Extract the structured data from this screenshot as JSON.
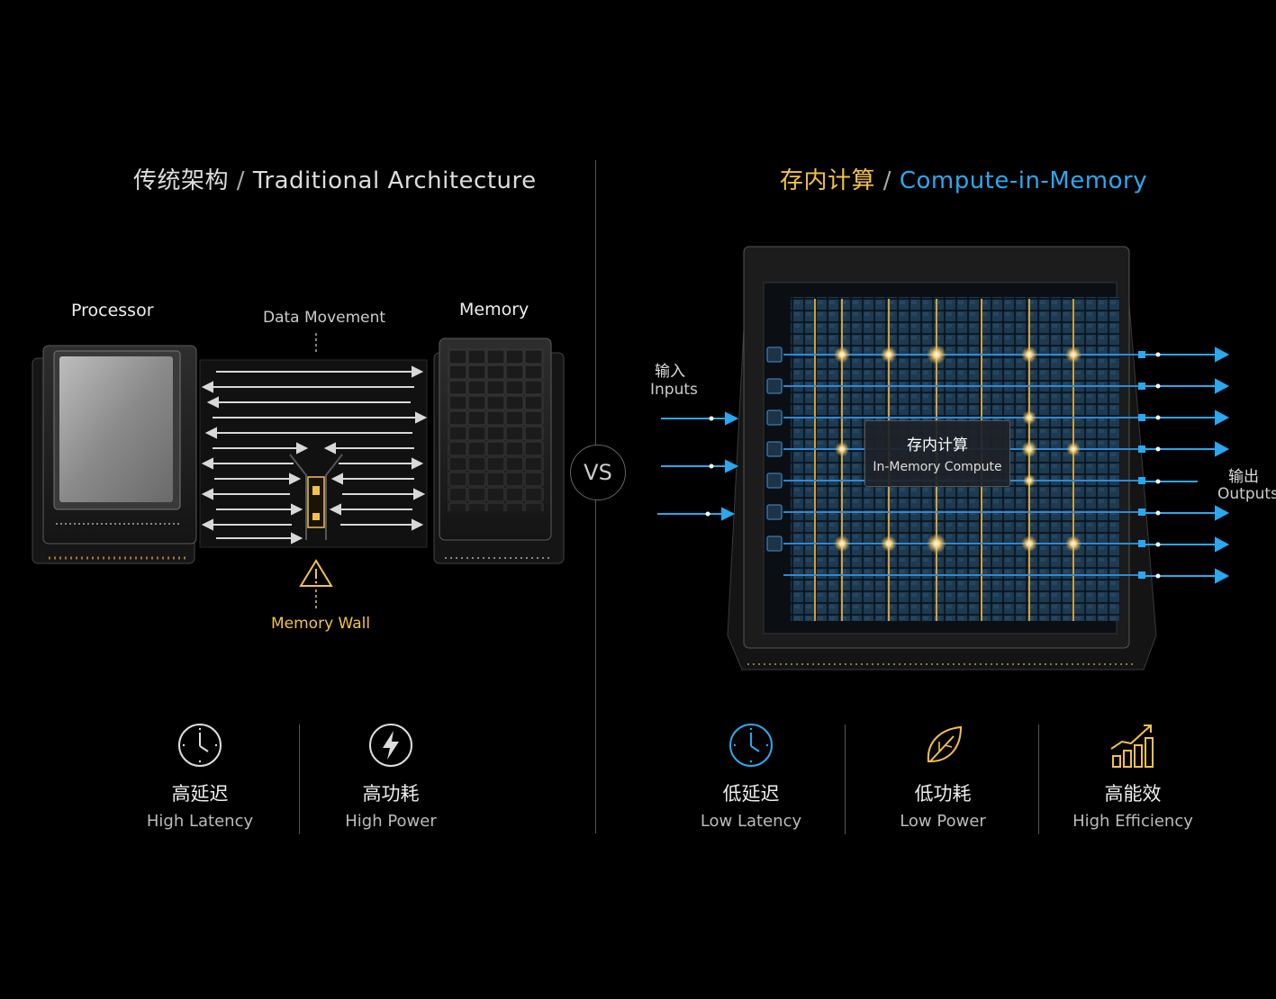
{
  "left": {
    "title_zh": "传统架构",
    "title_sep": "/",
    "title_en": "Traditional Architecture",
    "processor_label": "Processor",
    "memory_label": "Memory",
    "data_movement_label": "Data Movement",
    "memory_wall_label": "Memory Wall",
    "features": [
      {
        "zh": "高延迟",
        "en": "High Latency",
        "icon": "clock-icon"
      },
      {
        "zh": "高功耗",
        "en": "High Power",
        "icon": "lightning-icon"
      }
    ]
  },
  "vs_label": "VS",
  "right": {
    "title_zh": "存内计算",
    "title_sep": "/",
    "title_en": "Compute-in-Memory",
    "inputs_zh": "输入",
    "inputs_en": "Inputs",
    "outputs_zh": "输出",
    "outputs_en": "Outputs",
    "panel_zh": "存内计算",
    "panel_en": "In-Memory Compute",
    "features": [
      {
        "zh": "低延迟",
        "en": "Low Latency",
        "icon": "clock-icon"
      },
      {
        "zh": "低功耗",
        "en": "Low Power",
        "icon": "leaf-icon"
      },
      {
        "zh": "高能效",
        "en": "High Efficiency",
        "icon": "growth-chart-icon"
      }
    ]
  },
  "colors": {
    "accent_yellow": "#f2c24a",
    "accent_blue": "#2aa8f0",
    "background": "#000000"
  }
}
